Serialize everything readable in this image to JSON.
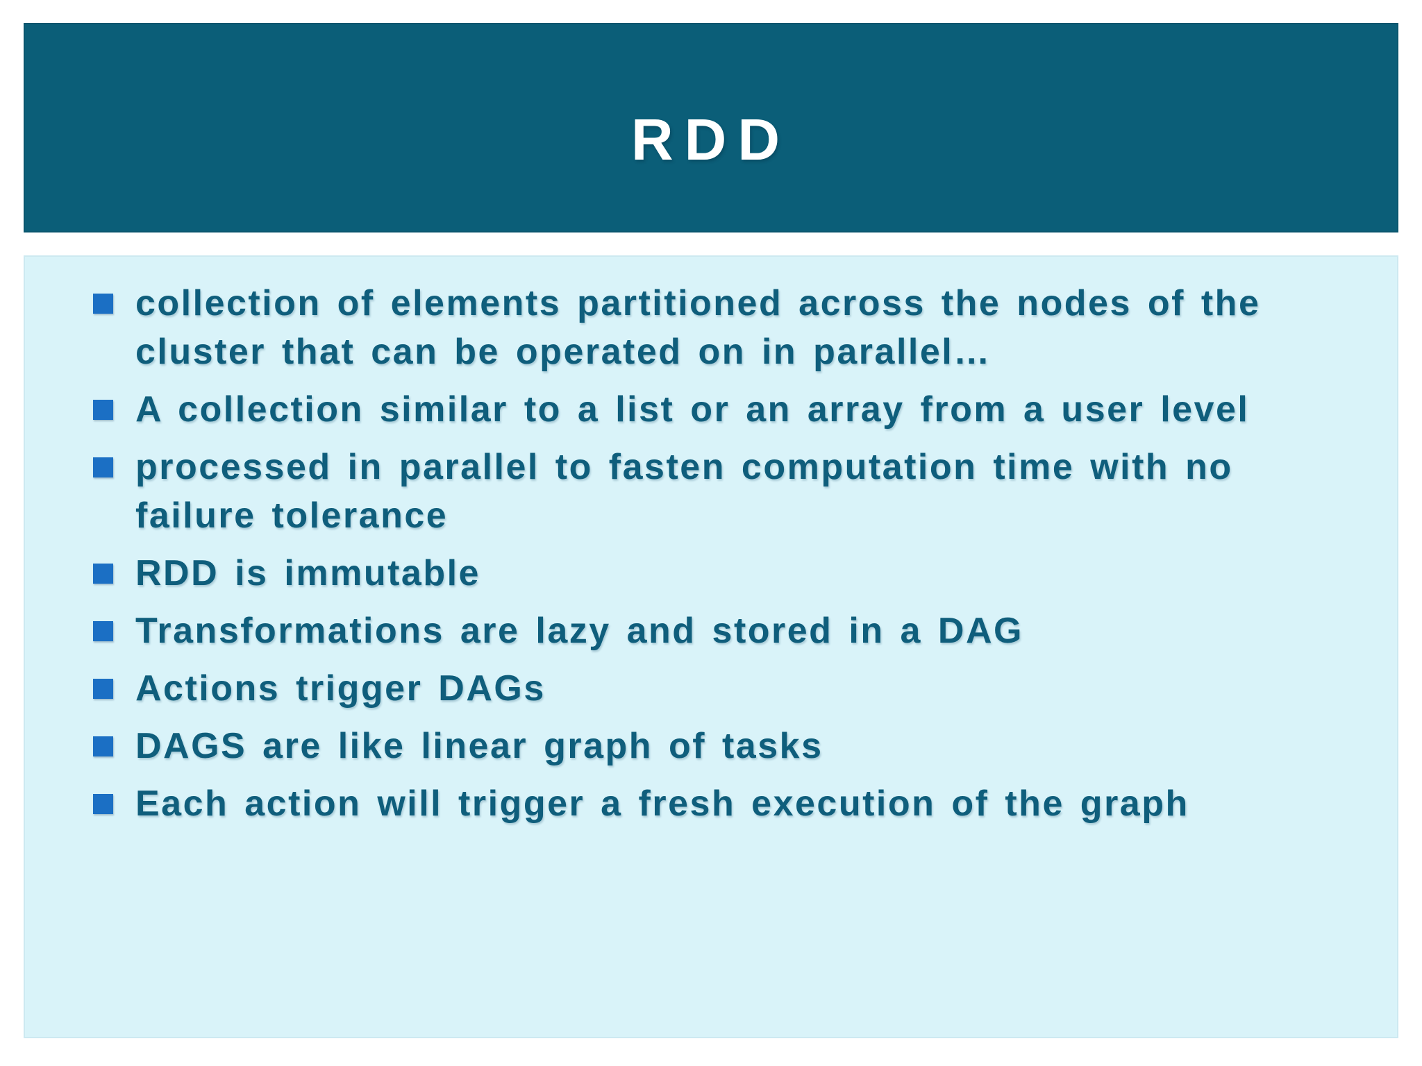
{
  "slide": {
    "title": "RDD",
    "bullets": [
      {
        "lines": [
          "collection of elements partitioned across the nodes of the",
          "cluster that can be operated on in parallel…"
        ]
      },
      {
        "lines": [
          "A collection similar to a list or an array from a user level"
        ]
      },
      {
        "lines": [
          "processed in parallel to fasten computation time with no",
          "failure tolerance"
        ]
      },
      {
        "lines": [
          "RDD is immutable"
        ]
      },
      {
        "lines": [
          "Transformations are lazy and stored in a DAG"
        ]
      },
      {
        "lines": [
          "Actions trigger DAGs"
        ]
      },
      {
        "lines": [
          "DAGS are like linear graph of tasks"
        ]
      },
      {
        "lines": [
          "Each action will trigger a fresh execution of the graph"
        ]
      }
    ],
    "colors": {
      "page_bg": "#FFFFFF",
      "header_bg": "#0B5E78",
      "body_bg": "#D9F3F9",
      "text_color": "#0F5E7C",
      "bullet_color": "#1B6FC4",
      "title_color": "#FFFFFF"
    }
  }
}
